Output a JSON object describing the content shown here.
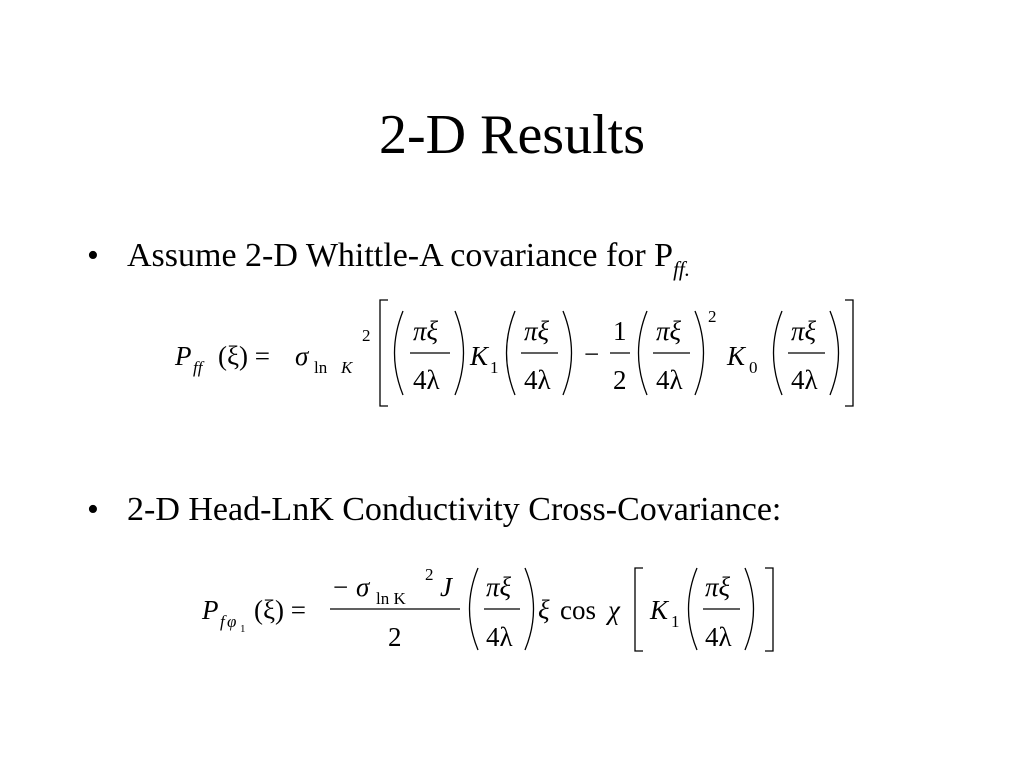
{
  "slide": {
    "title": "2-D Results",
    "bullets": [
      {
        "marker": "•",
        "text": "Assume 2-D Whittle-A covariance for P",
        "subscript": "ff."
      },
      {
        "marker": "•",
        "text": "2-D Head-LnK Conductivity Cross-Covariance:"
      }
    ],
    "equations": {
      "eq1": {
        "lhs_symbol": "P",
        "lhs_subscript": "ff",
        "lhs_argument": "(ξ) =",
        "sigma": "σ",
        "sigma_subscript_ln": "ln",
        "sigma_subscript_K": "K",
        "sigma_power": "2",
        "frac_numerator": "πξ",
        "frac_denominator": "4λ",
        "K_symbol": "K",
        "K1_index": "1",
        "K0_index": "0",
        "minus": "−",
        "half_numerator": "1",
        "half_denominator": "2",
        "square": "2"
      },
      "eq2": {
        "lhs_symbol": "P",
        "lhs_subscript_f": "f",
        "lhs_subscript_phi": "φ",
        "lhs_subscript_index": "1",
        "lhs_argument": "(ξ) =",
        "minus": "−",
        "sigma": "σ",
        "sigma_subscript": "ln K",
        "sigma_power": "2",
        "J": "J",
        "denominator": "2",
        "frac_numerator": "πξ",
        "frac_denominator": "4λ",
        "xi": "ξ",
        "cos": "cos",
        "chi": "χ",
        "K_symbol": "K",
        "K_index": "1"
      }
    }
  }
}
